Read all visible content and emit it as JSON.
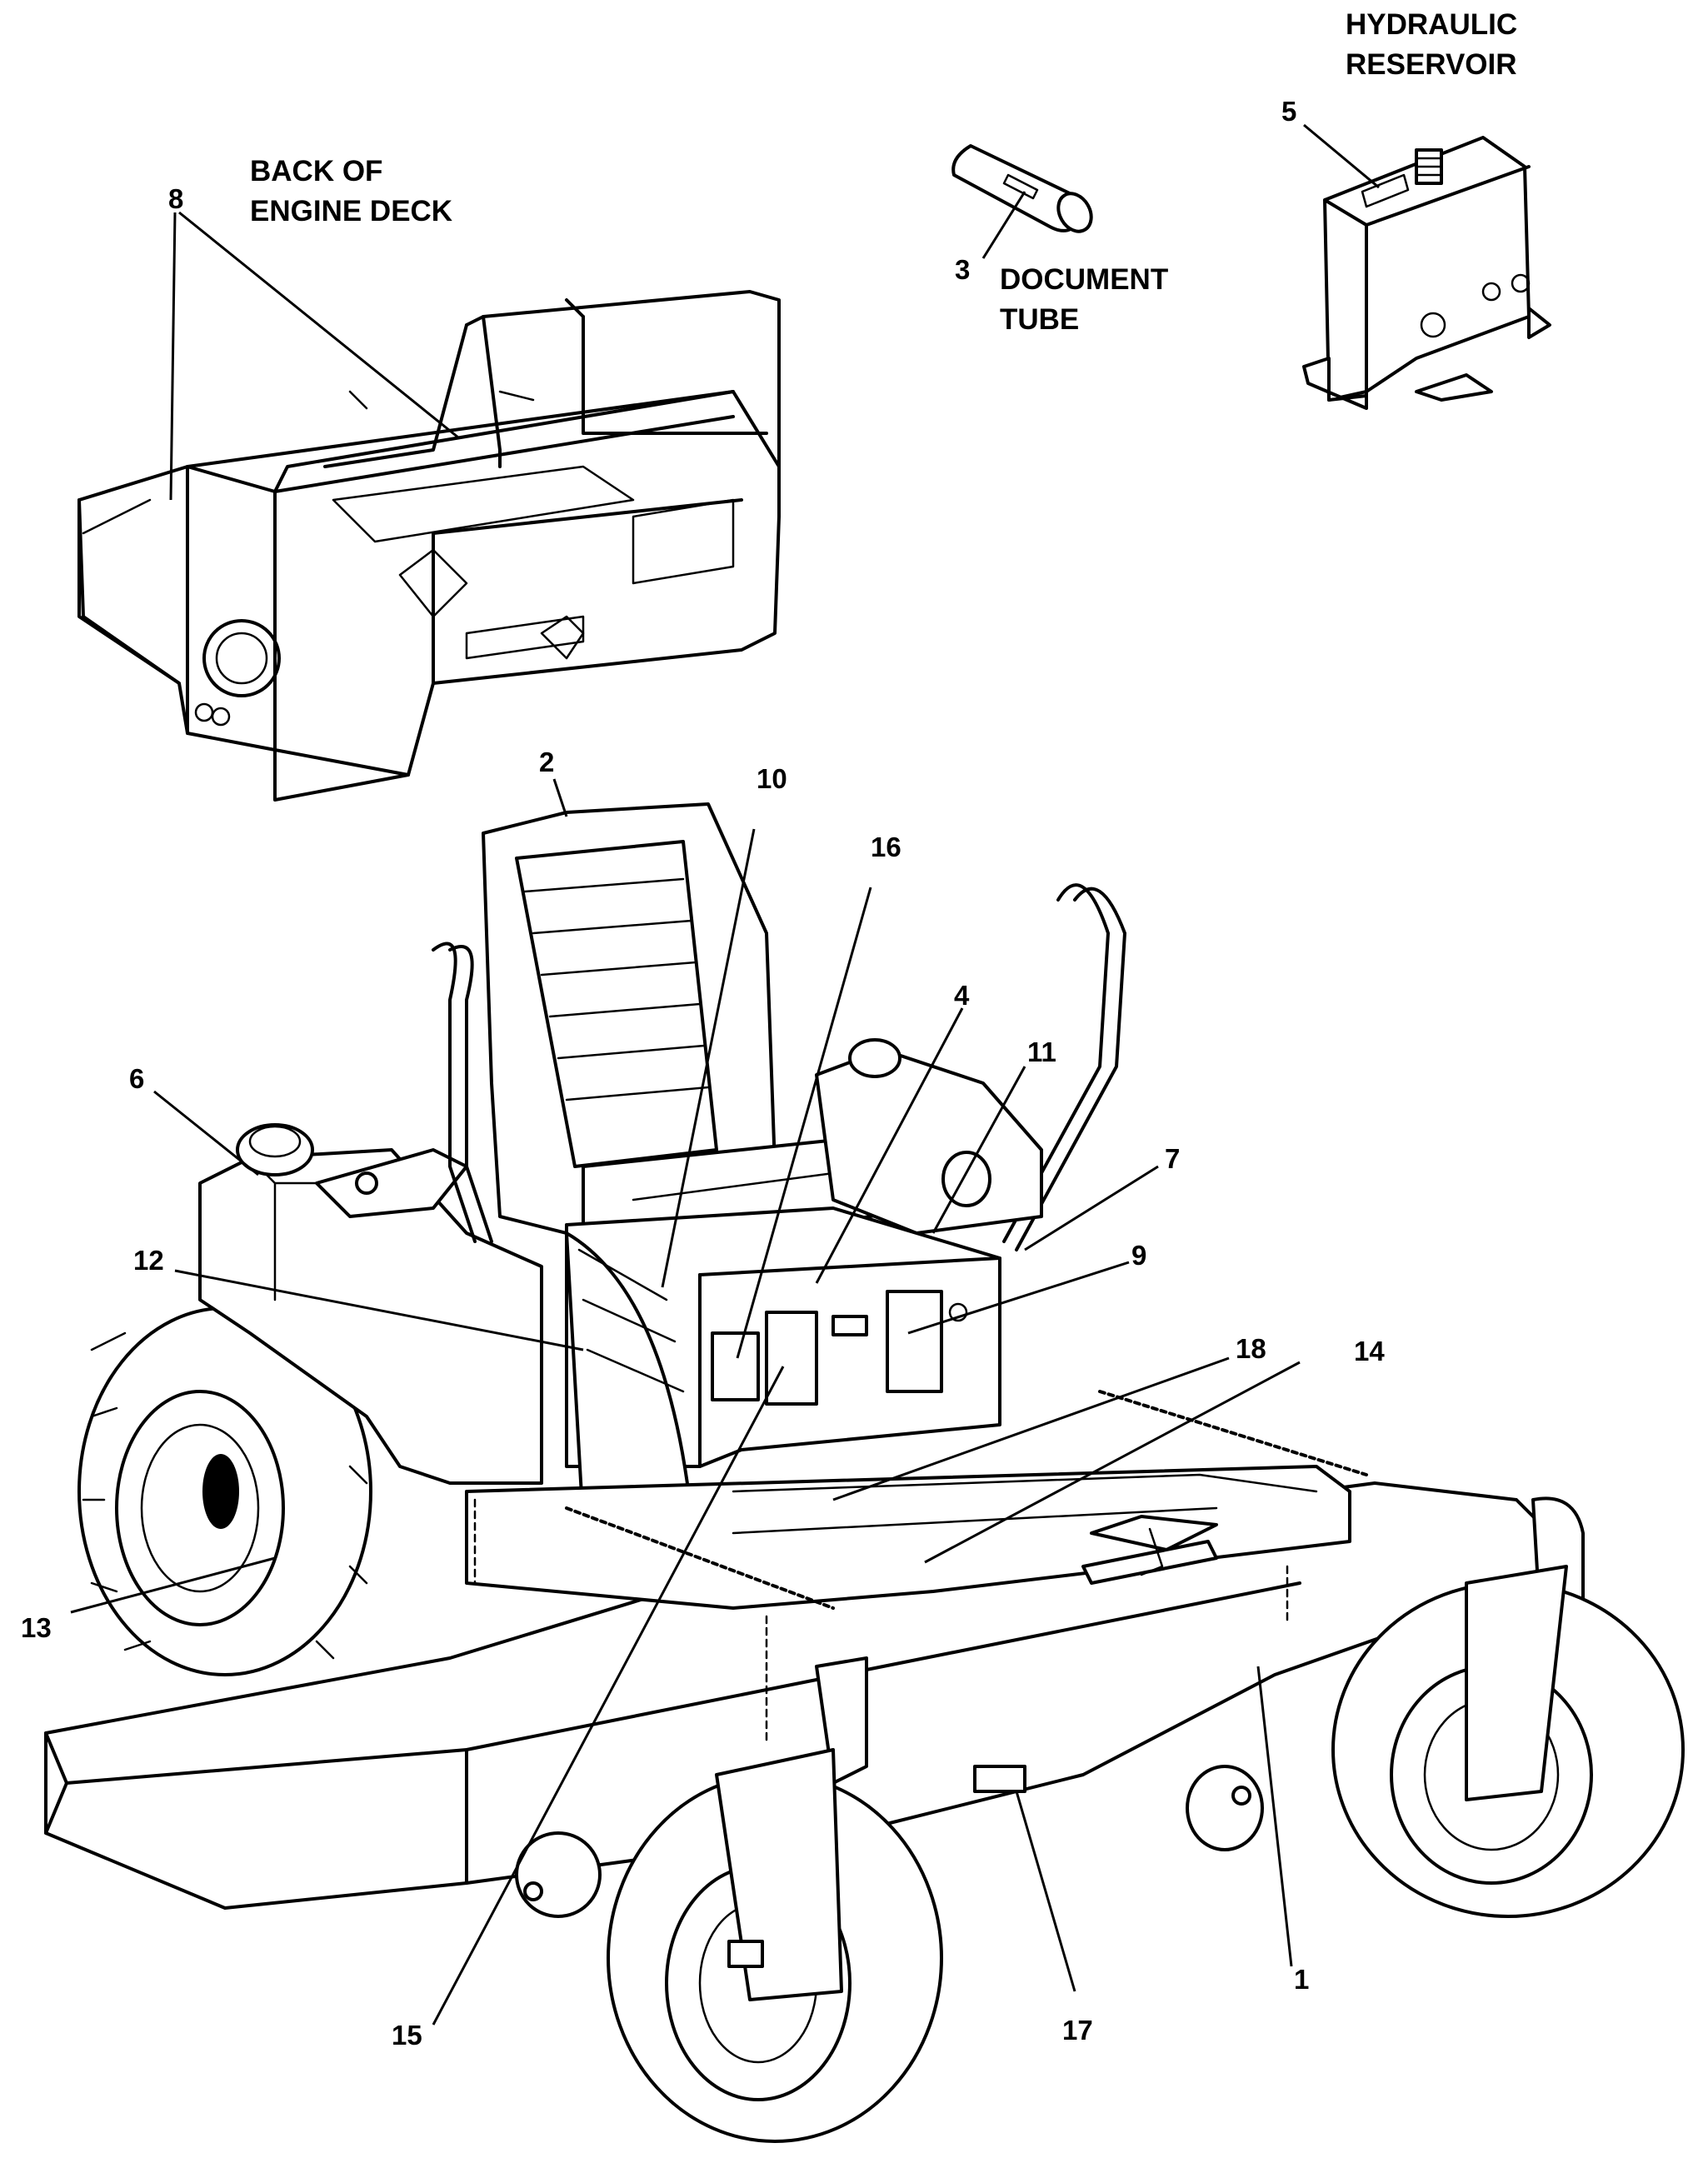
{
  "captions": {
    "engine_deck": "BACK OF\nENGINE DECK",
    "document_tube": "DOCUMENT\nTUBE",
    "hydraulic_reservoir": "HYDRAULIC\nRESERVOIR"
  },
  "callouts": {
    "c1": "1",
    "c2": "2",
    "c3": "3",
    "c4": "4",
    "c5": "5",
    "c6": "6",
    "c7": "7",
    "c8": "8",
    "c9": "9",
    "c10": "10",
    "c11": "11",
    "c12": "12",
    "c13": "13",
    "c14": "14",
    "c15": "15",
    "c16": "16",
    "c17": "17",
    "c18": "18"
  }
}
